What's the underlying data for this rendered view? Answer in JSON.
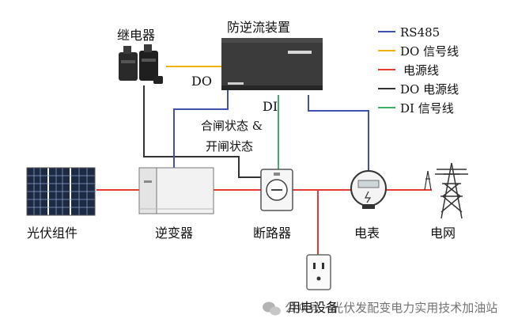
{
  "colors": {
    "rs485": "#3f51b5",
    "do_signal": "#f0b400",
    "power": "#e53935",
    "do_power": "#333333",
    "di_signal": "#3fae6a"
  },
  "legend": [
    {
      "label": "RS485",
      "color": "#3f51b5"
    },
    {
      "label": "DO 信号线",
      "color": "#f0b400"
    },
    {
      "label": "电源线",
      "color": "#e53935"
    },
    {
      "label": "DO 电源线",
      "color": "#333333"
    },
    {
      "label": "DI 信号线",
      "color": "#3fae6a"
    }
  ],
  "devices": {
    "relay": "继电器",
    "anti_backflow": "防逆流装置",
    "pv": "光伏组件",
    "inverter": "逆变器",
    "breaker": "断路器",
    "meter": "电表",
    "grid": "电网",
    "load": "用电设备"
  },
  "line_labels": {
    "do": "DO",
    "di": "DI",
    "status_1": "合闸状态 &",
    "status_2": "开闸状态"
  },
  "watermark": "公众号 · 光伏发配变电力实用技术加油站"
}
